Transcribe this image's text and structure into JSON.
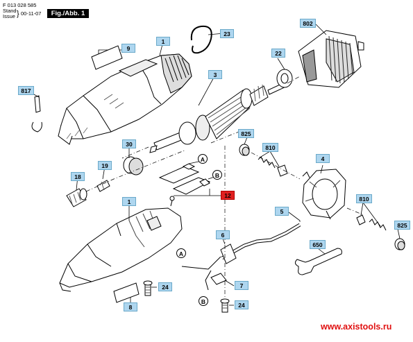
{
  "header": {
    "doc_number": "F 013 028 585",
    "stand_label": "Stand",
    "issue_label": "Issue",
    "date": "00-11-07",
    "figure_label": "Fig./Abb. 1"
  },
  "parts": {
    "p1a": "1",
    "p1b": "1",
    "p3": "3",
    "p4": "4",
    "p5": "5",
    "p6": "6",
    "p7": "7",
    "p8": "8",
    "p9": "9",
    "p12": "12",
    "p18": "18",
    "p19": "19",
    "p22": "22",
    "p23": "23",
    "p24a": "24",
    "p24b": "24",
    "p30": "30",
    "p650": "650",
    "p802": "802",
    "p810a": "810",
    "p810b": "810",
    "p817": "817",
    "p825a": "825",
    "p825b": "825"
  },
  "callouts": {
    "A1": "A",
    "B1": "B",
    "A2": "A",
    "B2": "B"
  },
  "footer": {
    "website": "www.axistools.ru"
  },
  "colors": {
    "label_fill": "#aed6ef",
    "highlight_label": "#e02020",
    "website_text": "#e01010"
  }
}
